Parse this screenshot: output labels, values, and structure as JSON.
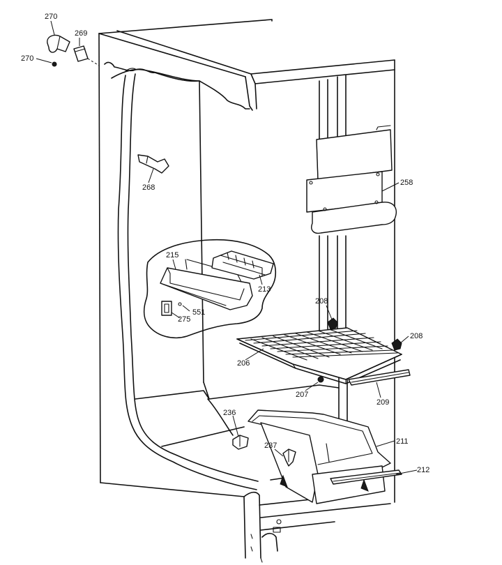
{
  "callouts": {
    "p270_top": "270",
    "p269": "269",
    "p270_nut": "270",
    "p268": "268",
    "p258": "258",
    "p215": "215",
    "p213": "213",
    "p551": "551",
    "p275": "275",
    "p208_left": "208",
    "p208_right": "208",
    "p206": "206",
    "p207": "207",
    "p209": "209",
    "p236": "236",
    "p237": "237",
    "p211": "211",
    "p212": "212"
  }
}
